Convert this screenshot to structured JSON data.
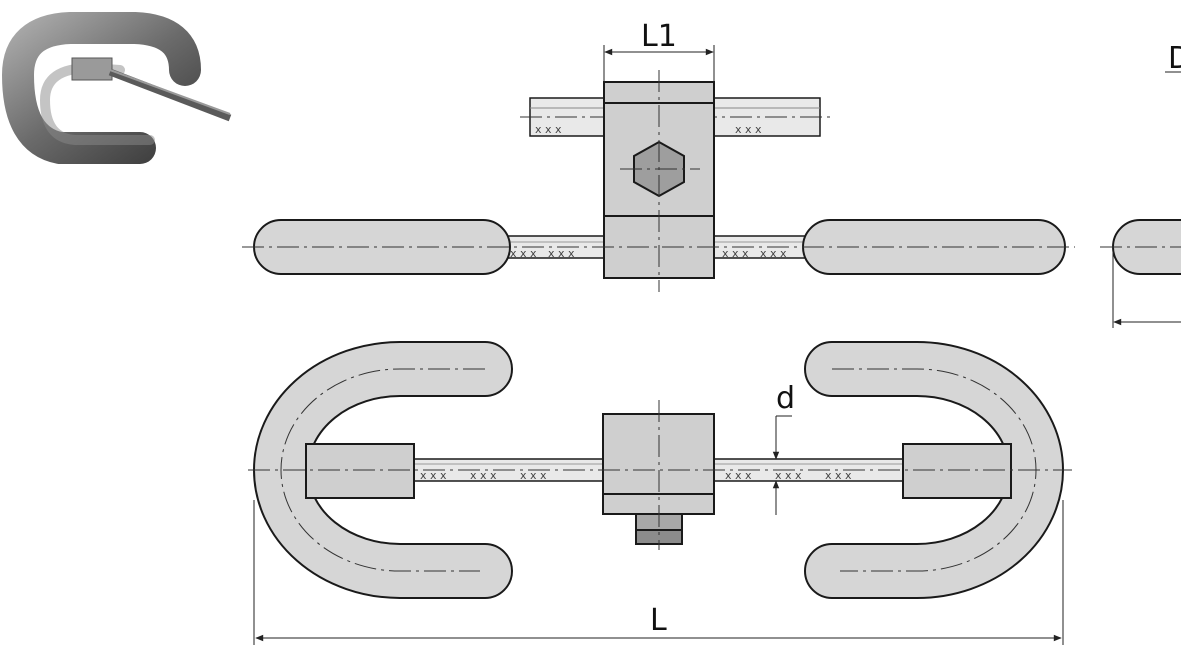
{
  "drawing": {
    "dimensions": {
      "clamp_width_label": "L1",
      "total_length_label": "L",
      "wire_diameter_label": "d",
      "weight_diameter_label": "D"
    },
    "cable_marks": "x x x"
  },
  "photo": {
    "icon": "damper-photo-icon"
  }
}
